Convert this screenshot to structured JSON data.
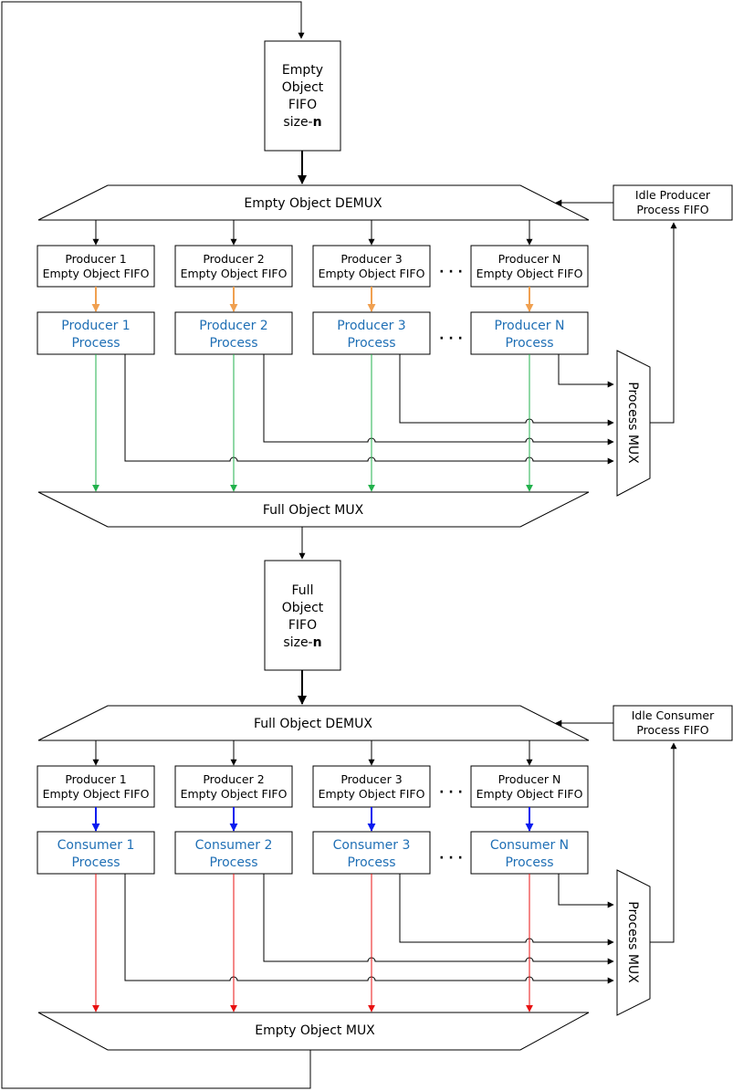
{
  "top": {
    "fifo": {
      "line1": "Empty",
      "line2": "Object",
      "line3": "FIFO",
      "size_prefix": "size-",
      "size_var": "n"
    },
    "demux": "Empty Object DEMUX",
    "idle": {
      "line1": "Idle Producer",
      "line2": "Process FIFO"
    },
    "queues": [
      {
        "line1": "Producer 1",
        "line2": "Empty Object FIFO"
      },
      {
        "line1": "Producer 2",
        "line2": "Empty Object FIFO"
      },
      {
        "line1": "Producer 3",
        "line2": "Empty Object FIFO"
      },
      {
        "line1": "Producer N",
        "line2": "Empty Object FIFO"
      }
    ],
    "processes": [
      {
        "line1": "Producer 1",
        "line2": "Process"
      },
      {
        "line1": "Producer 2",
        "line2": "Process"
      },
      {
        "line1": "Producer 3",
        "line2": "Process"
      },
      {
        "line1": "Producer N",
        "line2": "Process"
      }
    ],
    "process_mux": "Process MUX",
    "out_mux": "Full Object MUX",
    "queue_arrow_color": "#f0a050",
    "out_arrow_color": "#22b14c"
  },
  "bottom": {
    "fifo": {
      "line1": "Full",
      "line2": "Object",
      "line3": "FIFO",
      "size_prefix": "size-",
      "size_var": "n"
    },
    "demux": "Full Object DEMUX",
    "idle": {
      "line1": "Idle Consumer",
      "line2": "Process FIFO"
    },
    "queues": [
      {
        "line1": "Producer 1",
        "line2": "Empty Object FIFO"
      },
      {
        "line1": "Producer 2",
        "line2": "Empty Object FIFO"
      },
      {
        "line1": "Producer 3",
        "line2": "Empty Object FIFO"
      },
      {
        "line1": "Producer N",
        "line2": "Empty Object FIFO"
      }
    ],
    "processes": [
      {
        "line1": "Consumer 1",
        "line2": "Process"
      },
      {
        "line1": "Consumer 2",
        "line2": "Process"
      },
      {
        "line1": "Consumer 3",
        "line2": "Process"
      },
      {
        "line1": "Consumer N",
        "line2": "Process"
      }
    ],
    "process_mux": "Process MUX",
    "out_mux": "Empty Object MUX",
    "queue_arrow_color": "#0a1cf0",
    "out_arrow_color": "#e81010"
  },
  "ellipsis": "· · ·"
}
